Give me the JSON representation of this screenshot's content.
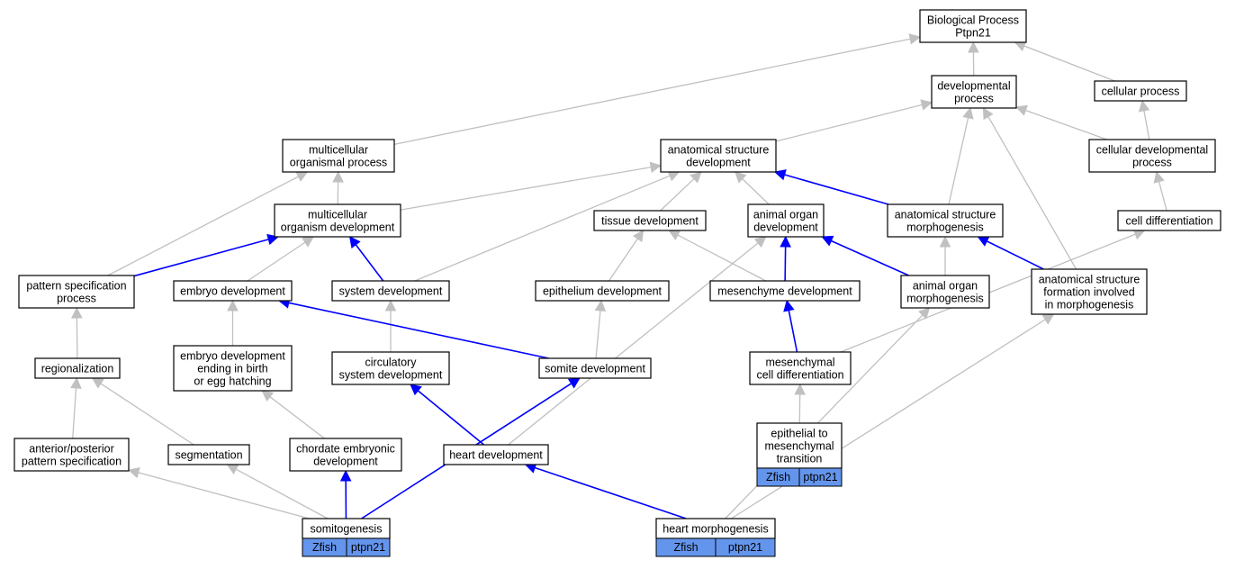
{
  "nodes": {
    "bp": [
      "Biological Process",
      "Ptpn21"
    ],
    "dev_proc": [
      "developmental",
      "process"
    ],
    "cell_proc": [
      "cellular process"
    ],
    "multi_org": [
      "multicellular",
      "organismal process"
    ],
    "anat_dev": [
      "anatomical structure",
      "development"
    ],
    "cell_dev": [
      "cellular developmental",
      "process"
    ],
    "multi_dev": [
      "multicellular",
      "organism development"
    ],
    "tissue_dev": [
      "tissue development"
    ],
    "organ_dev": [
      "animal organ",
      "development"
    ],
    "anat_morph": [
      "anatomical structure",
      "morphogenesis"
    ],
    "cell_diff": [
      "cell differentiation"
    ],
    "pattern": [
      "pattern specification",
      "process"
    ],
    "embryo_dev": [
      "embryo development"
    ],
    "system_dev": [
      "system development"
    ],
    "epith_dev": [
      "epithelium development"
    ],
    "mesen_dev": [
      "mesenchyme development"
    ],
    "organ_morph": [
      "animal organ",
      "morphogenesis"
    ],
    "anat_form": [
      "anatomical structure",
      "formation involved",
      "in morphogenesis"
    ],
    "region": [
      "regionalization"
    ],
    "embryo_birth": [
      "embryo development",
      "ending in birth",
      "or egg hatching"
    ],
    "circ_dev": [
      "circulatory",
      "system development"
    ],
    "somite_dev": [
      "somite development"
    ],
    "mesen_cell": [
      "mesenchymal",
      "cell differentiation"
    ],
    "epith_mesen": [
      "epithelial to",
      "mesenchymal",
      "transition"
    ],
    "ant_post": [
      "anterior/posterior",
      "pattern specification"
    ],
    "segment": [
      "segmentation"
    ],
    "chordate": [
      "chordate embryonic",
      "development"
    ],
    "heart_dev": [
      "heart development"
    ],
    "somito": [
      "somitogenesis"
    ],
    "heart_morph": [
      "heart morphogenesis"
    ]
  },
  "tags": {
    "epith_mesen": [
      "Zfish",
      "ptpn21"
    ],
    "somito": [
      "Zfish",
      "ptpn21"
    ],
    "heart_morph": [
      "Zfish",
      "ptpn21"
    ]
  },
  "edges": [
    {
      "from": "dev_proc",
      "to": "bp",
      "color": "gray"
    },
    {
      "from": "cell_proc",
      "to": "bp",
      "color": "gray"
    },
    {
      "from": "multi_org",
      "to": "bp",
      "color": "gray"
    },
    {
      "from": "anat_dev",
      "to": "dev_proc",
      "color": "gray"
    },
    {
      "from": "cell_dev",
      "to": "dev_proc",
      "color": "gray"
    },
    {
      "from": "cell_dev",
      "to": "cell_proc",
      "color": "gray"
    },
    {
      "from": "anat_morph",
      "to": "dev_proc",
      "color": "gray"
    },
    {
      "from": "anat_form",
      "to": "dev_proc",
      "color": "gray"
    },
    {
      "from": "multi_dev",
      "to": "multi_org",
      "color": "gray"
    },
    {
      "from": "multi_dev",
      "to": "anat_dev",
      "color": "gray"
    },
    {
      "from": "tissue_dev",
      "to": "anat_dev",
      "color": "gray"
    },
    {
      "from": "organ_dev",
      "to": "anat_dev",
      "color": "gray"
    },
    {
      "from": "anat_morph",
      "to": "anat_dev",
      "color": "blue"
    },
    {
      "from": "cell_diff",
      "to": "cell_dev",
      "color": "gray"
    },
    {
      "from": "pattern",
      "to": "multi_org",
      "color": "gray"
    },
    {
      "from": "pattern",
      "to": "multi_dev",
      "color": "blue"
    },
    {
      "from": "embryo_dev",
      "to": "multi_dev",
      "color": "gray"
    },
    {
      "from": "system_dev",
      "to": "multi_dev",
      "color": "blue"
    },
    {
      "from": "system_dev",
      "to": "anat_dev",
      "color": "gray"
    },
    {
      "from": "epith_dev",
      "to": "tissue_dev",
      "color": "gray"
    },
    {
      "from": "mesen_dev",
      "to": "tissue_dev",
      "color": "gray"
    },
    {
      "from": "mesen_dev",
      "to": "organ_dev",
      "color": "blue"
    },
    {
      "from": "organ_morph",
      "to": "organ_dev",
      "color": "blue"
    },
    {
      "from": "organ_morph",
      "to": "anat_morph",
      "color": "gray"
    },
    {
      "from": "anat_form",
      "to": "anat_morph",
      "color": "blue"
    },
    {
      "from": "region",
      "to": "pattern",
      "color": "gray"
    },
    {
      "from": "embryo_birth",
      "to": "embryo_dev",
      "color": "gray"
    },
    {
      "from": "circ_dev",
      "to": "system_dev",
      "color": "gray"
    },
    {
      "from": "somite_dev",
      "to": "embryo_dev",
      "color": "blue"
    },
    {
      "from": "somite_dev",
      "to": "epith_dev",
      "color": "gray"
    },
    {
      "from": "mesen_cell",
      "to": "mesen_dev",
      "color": "blue"
    },
    {
      "from": "mesen_cell",
      "to": "cell_diff",
      "color": "gray"
    },
    {
      "from": "epith_mesen",
      "to": "mesen_cell",
      "color": "gray"
    },
    {
      "from": "ant_post",
      "to": "region",
      "color": "gray"
    },
    {
      "from": "segment",
      "to": "region",
      "color": "gray"
    },
    {
      "from": "chordate",
      "to": "embryo_birth",
      "color": "gray"
    },
    {
      "from": "heart_dev",
      "to": "circ_dev",
      "color": "blue"
    },
    {
      "from": "heart_dev",
      "to": "organ_dev",
      "color": "gray"
    },
    {
      "from": "somito",
      "to": "ant_post",
      "color": "gray"
    },
    {
      "from": "somito",
      "to": "segment",
      "color": "gray"
    },
    {
      "from": "somito",
      "to": "chordate",
      "color": "blue"
    },
    {
      "from": "somito",
      "to": "somite_dev",
      "color": "blue"
    },
    {
      "from": "heart_morph",
      "to": "heart_dev",
      "color": "blue"
    },
    {
      "from": "heart_morph",
      "to": "organ_morph",
      "color": "gray"
    },
    {
      "from": "heart_morph",
      "to": "anat_form",
      "color": "gray"
    }
  ]
}
